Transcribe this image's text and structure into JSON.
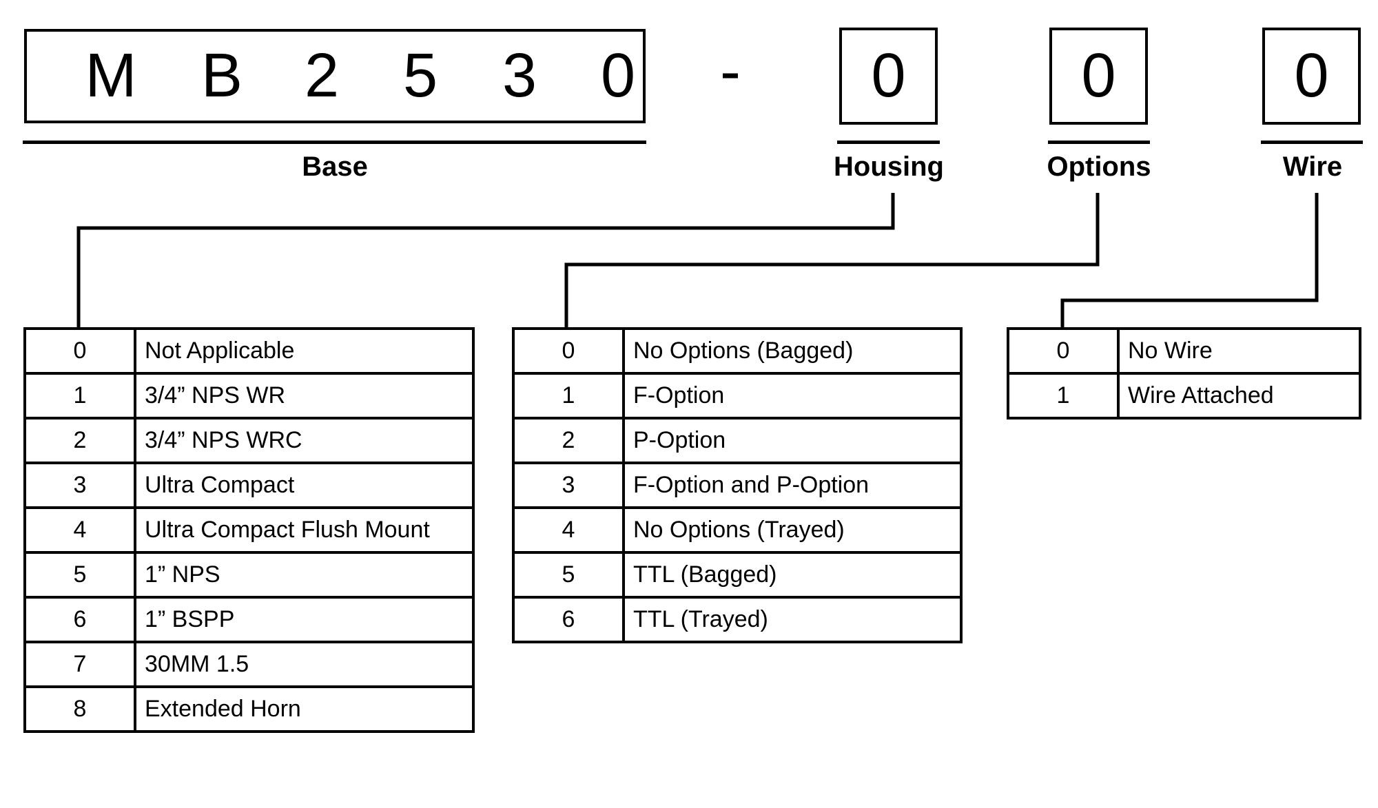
{
  "part_number": {
    "base_chars": [
      "M",
      "B",
      "2",
      "5",
      "3",
      "0"
    ],
    "separator": "-",
    "housing_digit": "0",
    "options_digit": "0",
    "wire_digit": "0"
  },
  "labels": {
    "base": "Base",
    "housing": "Housing",
    "options": "Options",
    "wire": "Wire"
  },
  "housing_table": [
    {
      "code": "0",
      "desc": "Not Applicable"
    },
    {
      "code": "1",
      "desc": "3/4” NPS WR"
    },
    {
      "code": "2",
      "desc": "3/4” NPS WRC"
    },
    {
      "code": "3",
      "desc": "Ultra Compact"
    },
    {
      "code": "4",
      "desc": "Ultra Compact Flush Mount"
    },
    {
      "code": "5",
      "desc": "1” NPS"
    },
    {
      "code": "6",
      "desc": "1” BSPP"
    },
    {
      "code": "7",
      "desc": "30MM 1.5"
    },
    {
      "code": "8",
      "desc": "Extended Horn"
    }
  ],
  "options_table": [
    {
      "code": "0",
      "desc": "No Options (Bagged)"
    },
    {
      "code": "1",
      "desc": "F-Option"
    },
    {
      "code": "2",
      "desc": "P-Option"
    },
    {
      "code": "3",
      "desc": "F-Option and P-Option"
    },
    {
      "code": "4",
      "desc": "No Options (Trayed)"
    },
    {
      "code": "5",
      "desc": "TTL (Bagged)"
    },
    {
      "code": "6",
      "desc": "TTL (Trayed)"
    }
  ],
  "wire_table": [
    {
      "code": "0",
      "desc": "No Wire"
    },
    {
      "code": "1",
      "desc": "Wire Attached"
    }
  ]
}
